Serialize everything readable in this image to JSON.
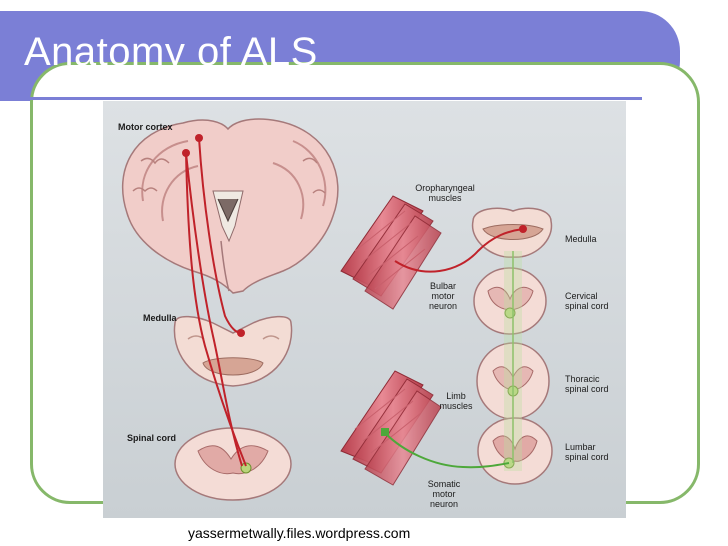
{
  "slide": {
    "title": "Anatomy of ALS",
    "footer": "yassermetwally.files.wordpress.com"
  },
  "colors": {
    "title_bar": "#7b7fd6",
    "frame": "#86b86a",
    "upper_motor_neuron": "#c0222a",
    "lower_motor_neuron": "#4da83a"
  },
  "diagram": {
    "labels": {
      "motor_cortex": "Motor cortex",
      "medulla_left": "Medulla",
      "spinal_cord_left": "Spinal cord",
      "oropharyngeal_1": "Oropharyngeal",
      "oropharyngeal_2": "muscles",
      "bulbar_1": "Bulbar",
      "bulbar_2": "motor",
      "bulbar_3": "neuron",
      "limb_1": "Limb",
      "limb_2": "muscles",
      "somatic_1": "Somatic",
      "somatic_2": "motor",
      "somatic_3": "neuron",
      "medulla_right": "Medulla",
      "cervical_1": "Cervical",
      "cervical_2": "spinal cord",
      "thoracic_1": "Thoracic",
      "thoracic_2": "spinal cord",
      "lumbar_1": "Lumbar",
      "lumbar_2": "spinal cord"
    }
  }
}
